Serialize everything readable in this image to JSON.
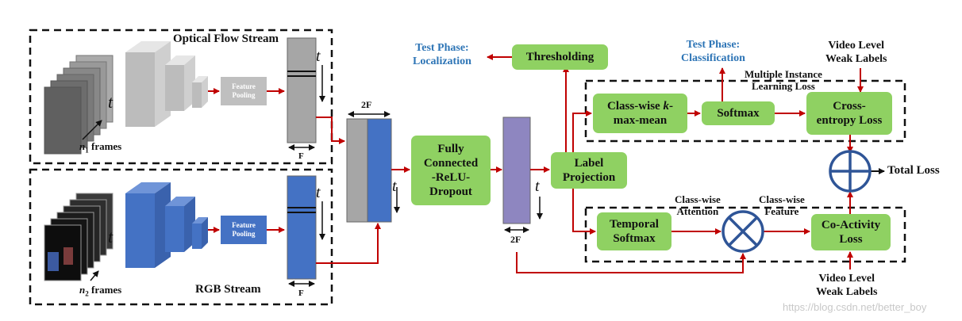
{
  "streams": {
    "flow": {
      "title": "Optical Flow Stream",
      "pooling": "Feature\nPooling",
      "frames_var": "n",
      "frames_sub": "1",
      "frames_word": "frames",
      "time": "t",
      "width": "F"
    },
    "rgb": {
      "title": "RGB Stream",
      "pooling": "Feature\nPooling",
      "frames_var": "n",
      "frames_sub": "2",
      "frames_word": "frames",
      "time": "t",
      "width": "F"
    }
  },
  "concat": {
    "width": "2F",
    "time": "t"
  },
  "fc": {
    "label": "Fully\nConnected\n-ReLU-\nDropout"
  },
  "embed": {
    "width": "2F",
    "time": "t"
  },
  "label_projection": "Label\nProjection",
  "thresholding": "Thresholding",
  "test_localization": "Test Phase:\nLocalization",
  "test_classification": "Test Phase:\nClassification",
  "mil": {
    "title": "Multiple Instance\nLearning Loss",
    "kmax_prefix": "Class-wise ",
    "kmax_var": "k",
    "kmax_suffix": "-\nmax-mean",
    "softmax": "Softmax",
    "cross_entropy": "Cross-\nentropy Loss"
  },
  "weak_labels_top": "Video Level\nWeak Labels",
  "weak_labels_bottom": "Video Level\nWeak Labels",
  "total_loss": "Total Loss",
  "casl": {
    "temporal_softmax": "Temporal\nSoftmax",
    "attention": "Class-wise\nAttention",
    "feature": "Class-wise\nFeature",
    "coactivity": "Co-Activity\nLoss"
  },
  "watermark": "https://blog.csdn.net/better_boy",
  "colors": {
    "arrow": "#c00000",
    "green": "#8fd162",
    "blue_block": "#4472c4",
    "gray_block": "#a6a6a6",
    "purple_block": "#8e86c0",
    "node": "#2f5597",
    "test_text": "#2e75b6"
  }
}
